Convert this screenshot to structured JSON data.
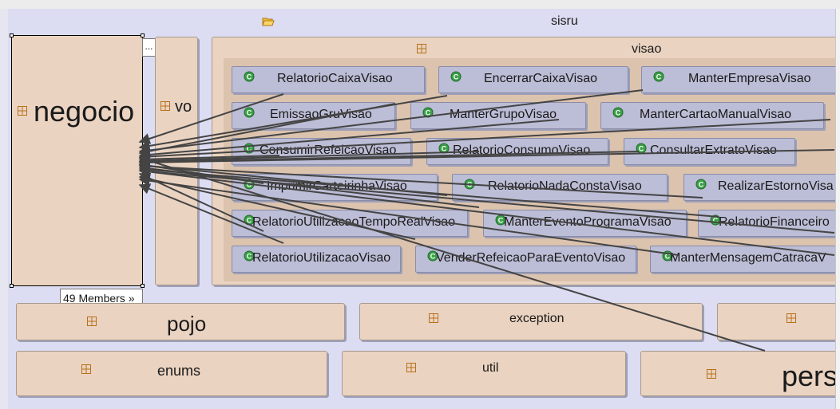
{
  "sisru": {
    "title": "sisru",
    "icon": "folder-open-icon"
  },
  "negocio": {
    "label": "negocio",
    "members_label": "49 Members",
    "members_arrow": "»",
    "overflow": "..."
  },
  "vo": {
    "label": "vo"
  },
  "visao": {
    "title": "visao",
    "classes": [
      "RelatorioCaixaVisao",
      "EncerrarCaixaVisao",
      "ManterEmpresaVisao",
      "EmissaoGruVisao",
      "ManterGrupoVisao",
      "ManterCartaoManualVisao",
      "ConsumirRefeicaoVisao",
      "RelatorioConsumoVisao",
      "ConsultarExtratoVisao",
      "ImprimirCarteirinhaVisao",
      "RelatorioNadaConstaVisao",
      "RealizarEstornoVisa",
      "RelatorioUtilizacaoTempoRealVisao",
      "ManterEventoProgramaVisao",
      "RelatorioFinanceiro",
      "RelatorioUtilizacaoVisao",
      "VenderRefeicaoParaEventoVisao",
      "ManterMensagemCatracaV"
    ]
  },
  "packages": {
    "pojo": "pojo",
    "exception": "exception",
    "enums": "enums",
    "util": "util",
    "pers": "pers"
  },
  "colors": {
    "package_fill": "#ead3c1",
    "class_fill": "#bcbdd6",
    "class_icon": "#3aa046",
    "background": "#dcdcf2"
  }
}
